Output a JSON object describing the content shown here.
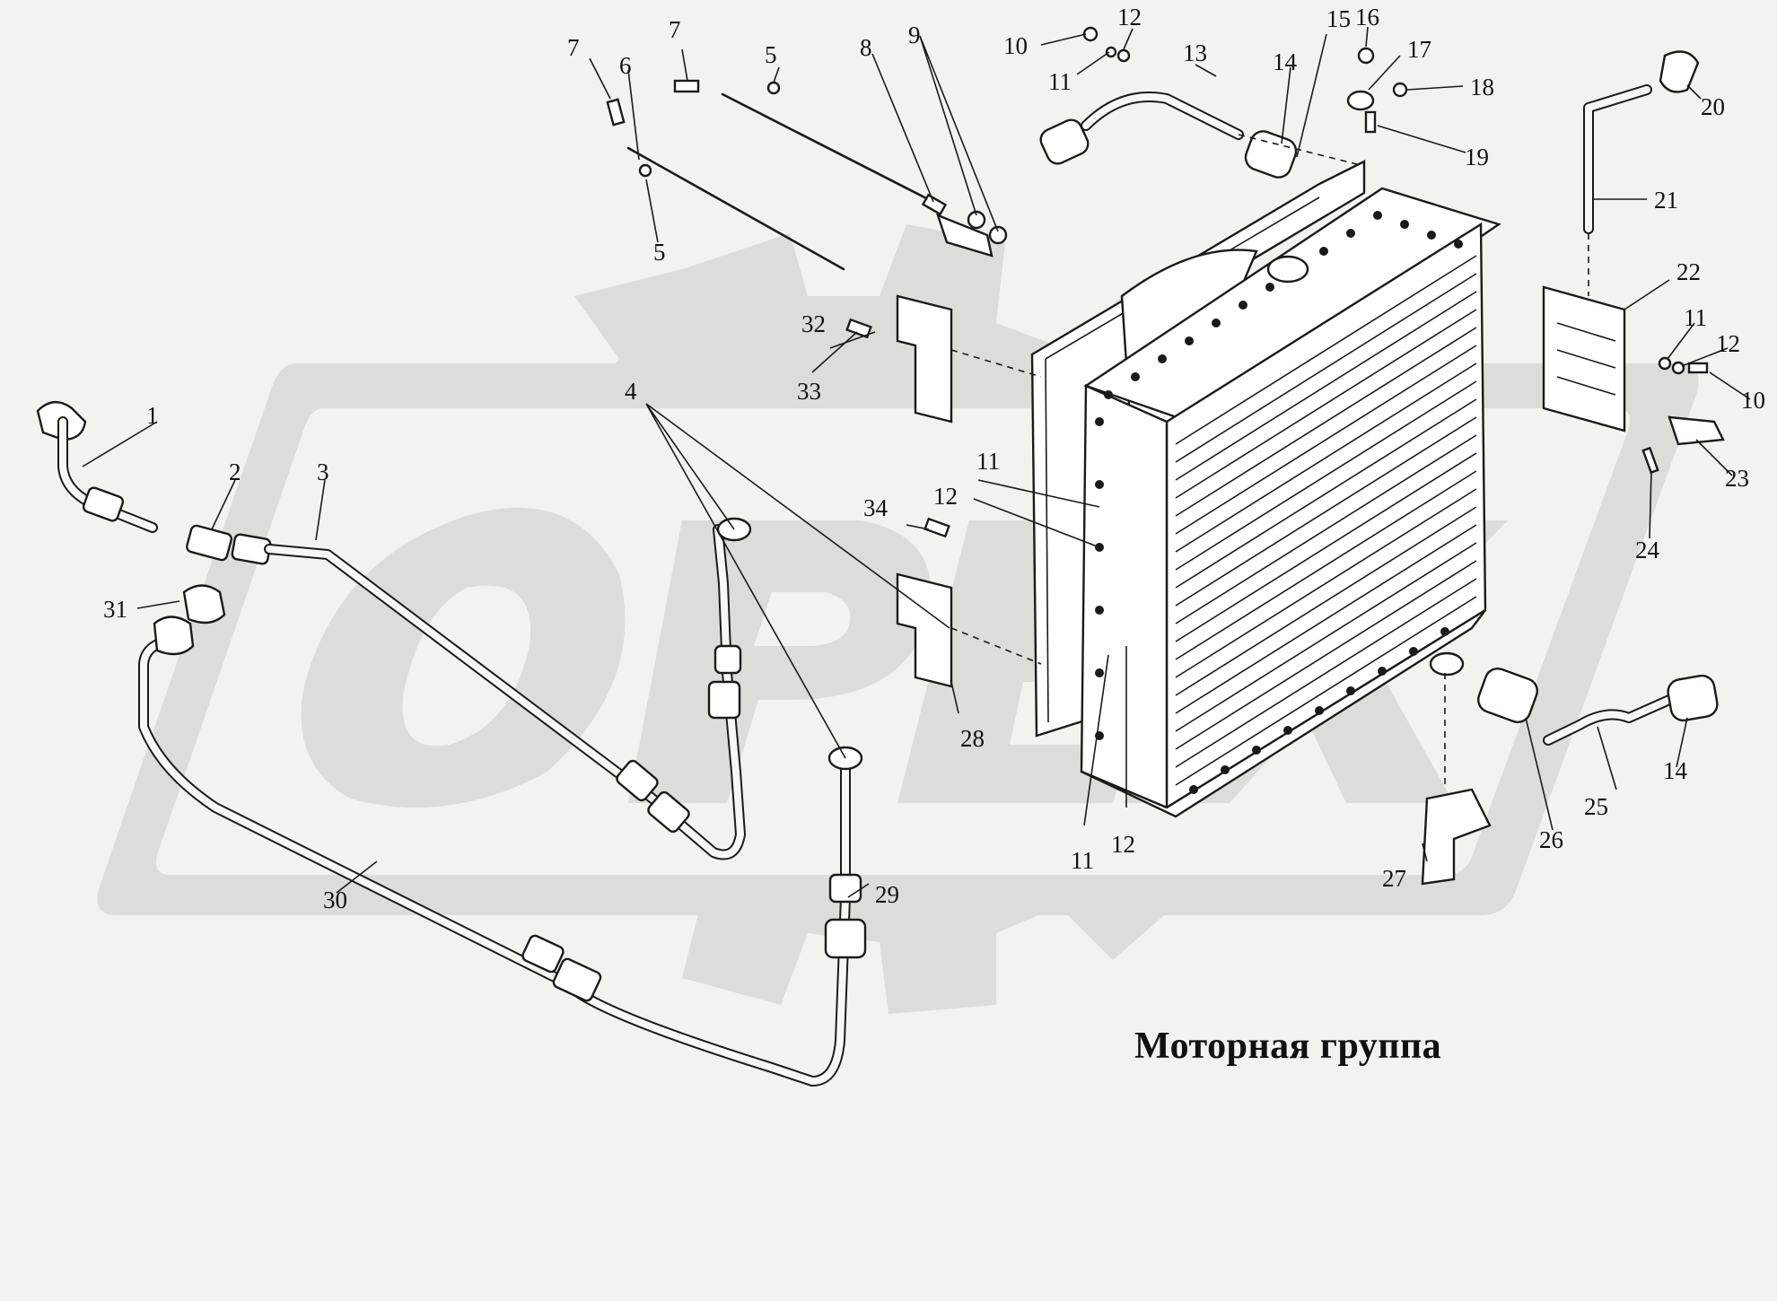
{
  "caption": "Моторная группа",
  "callouts": {
    "c1": "1",
    "c2": "2",
    "c3": "3",
    "c4": "4",
    "c5a": "5",
    "c5b": "5",
    "c6": "6",
    "c7a": "7",
    "c7b": "7",
    "c8": "8",
    "c9": "9",
    "c10a": "10",
    "c10b": "10",
    "c11a": "11",
    "c11b": "11",
    "c11c": "11",
    "c11d": "11",
    "c12a": "12",
    "c12b": "12",
    "c12c": "12",
    "c12d": "12",
    "c13": "13",
    "c14a": "14",
    "c14b": "14",
    "c15": "15",
    "c16": "16",
    "c17": "17",
    "c18": "18",
    "c19": "19",
    "c20": "20",
    "c21": "21",
    "c22": "22",
    "c23": "23",
    "c24": "24",
    "c25": "25",
    "c26": "26",
    "c27": "27",
    "c28": "28",
    "c29": "29",
    "c30": "30",
    "c31": "31",
    "c32": "32",
    "c33": "33",
    "c34": "34"
  },
  "watermark": {
    "text": "ОРЕХ",
    "color": "#dcdcd8"
  }
}
